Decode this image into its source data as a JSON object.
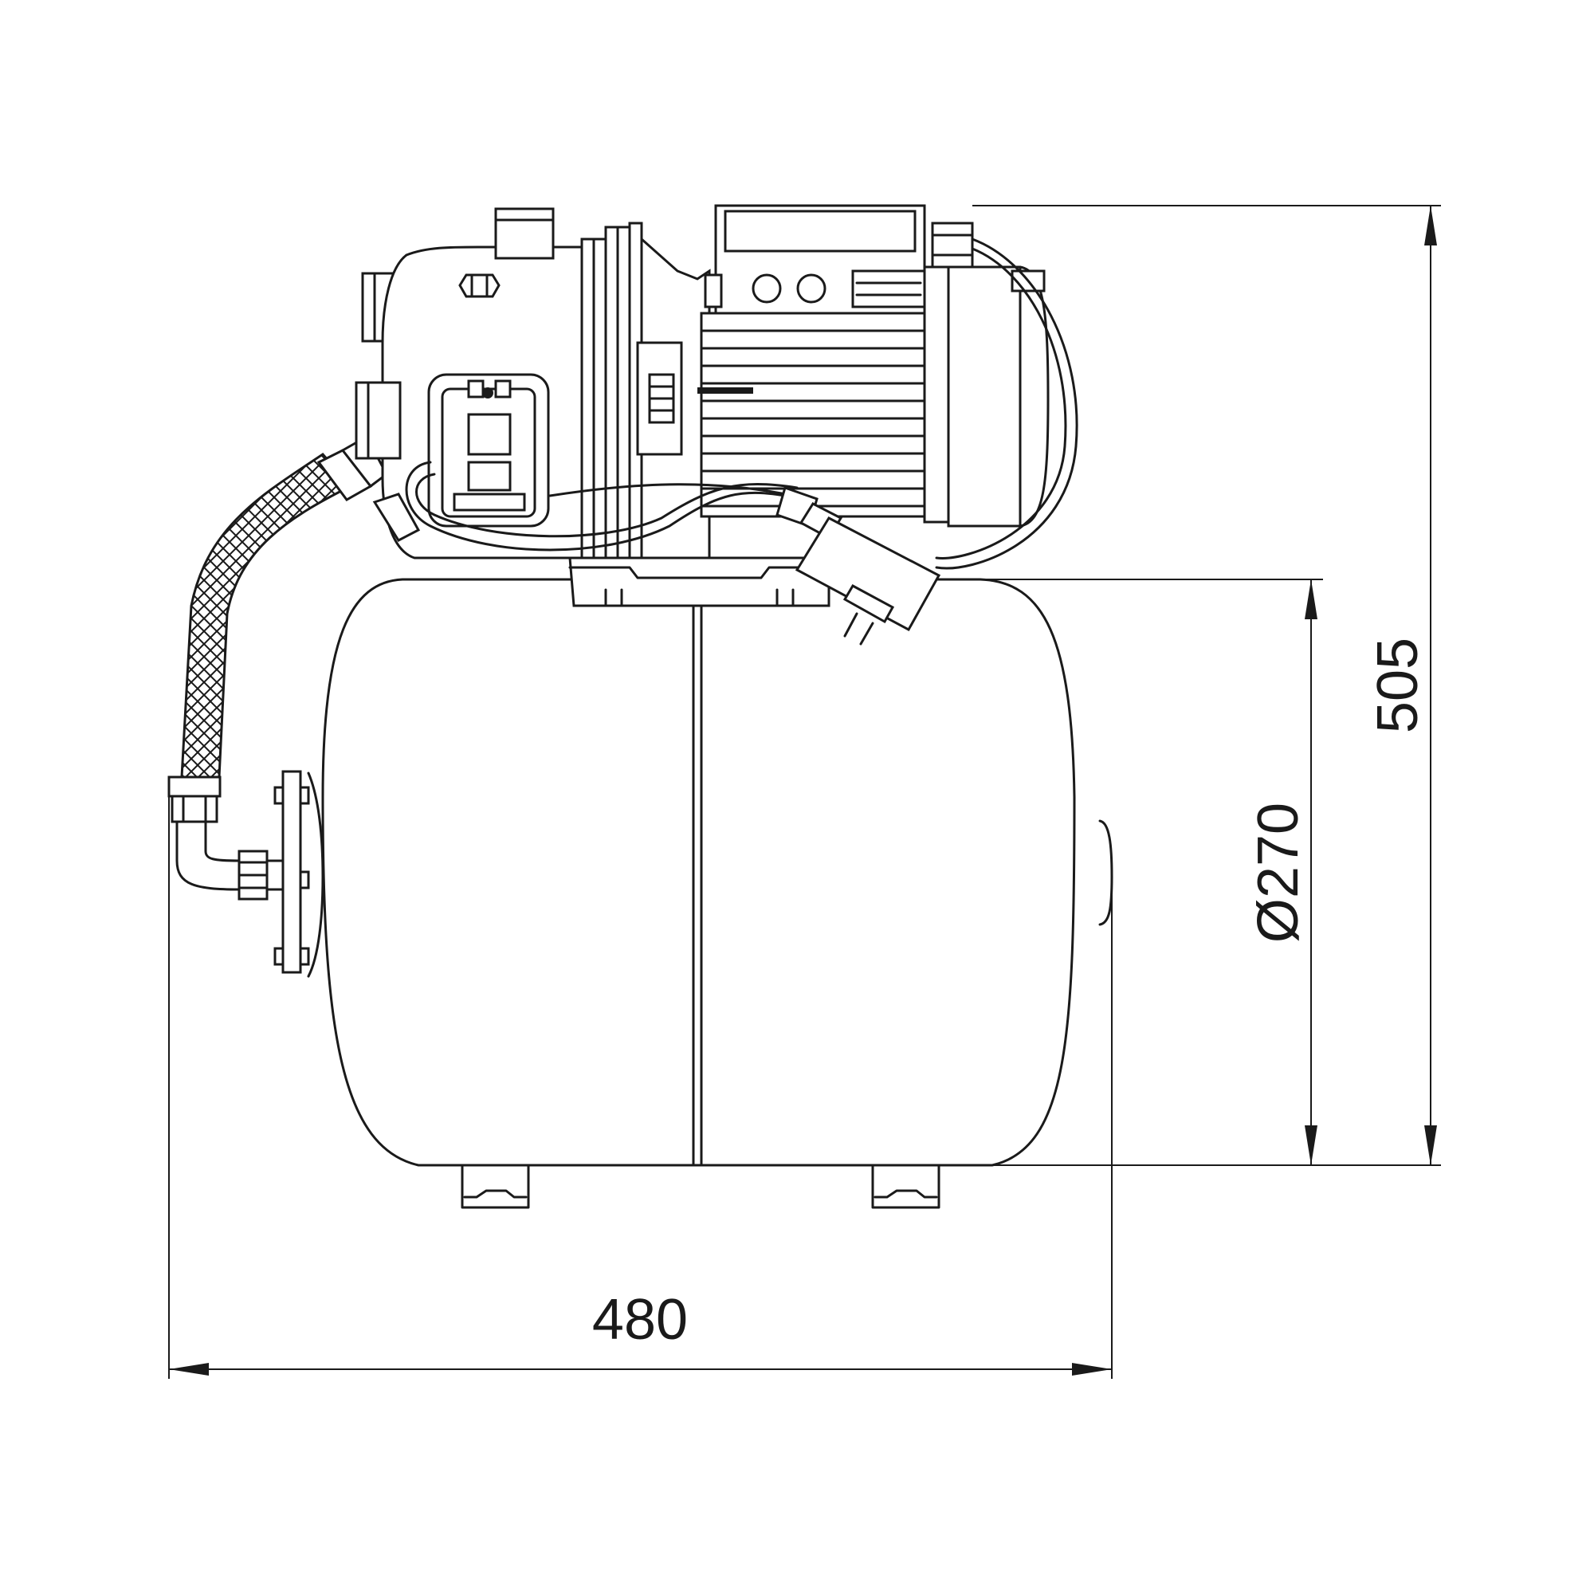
{
  "dimensions": {
    "width_label": "480",
    "height_label": "505",
    "tank_diameter_label": "Ø270"
  },
  "colors": {
    "line": "#1a1a1a",
    "background": "#ffffff"
  }
}
